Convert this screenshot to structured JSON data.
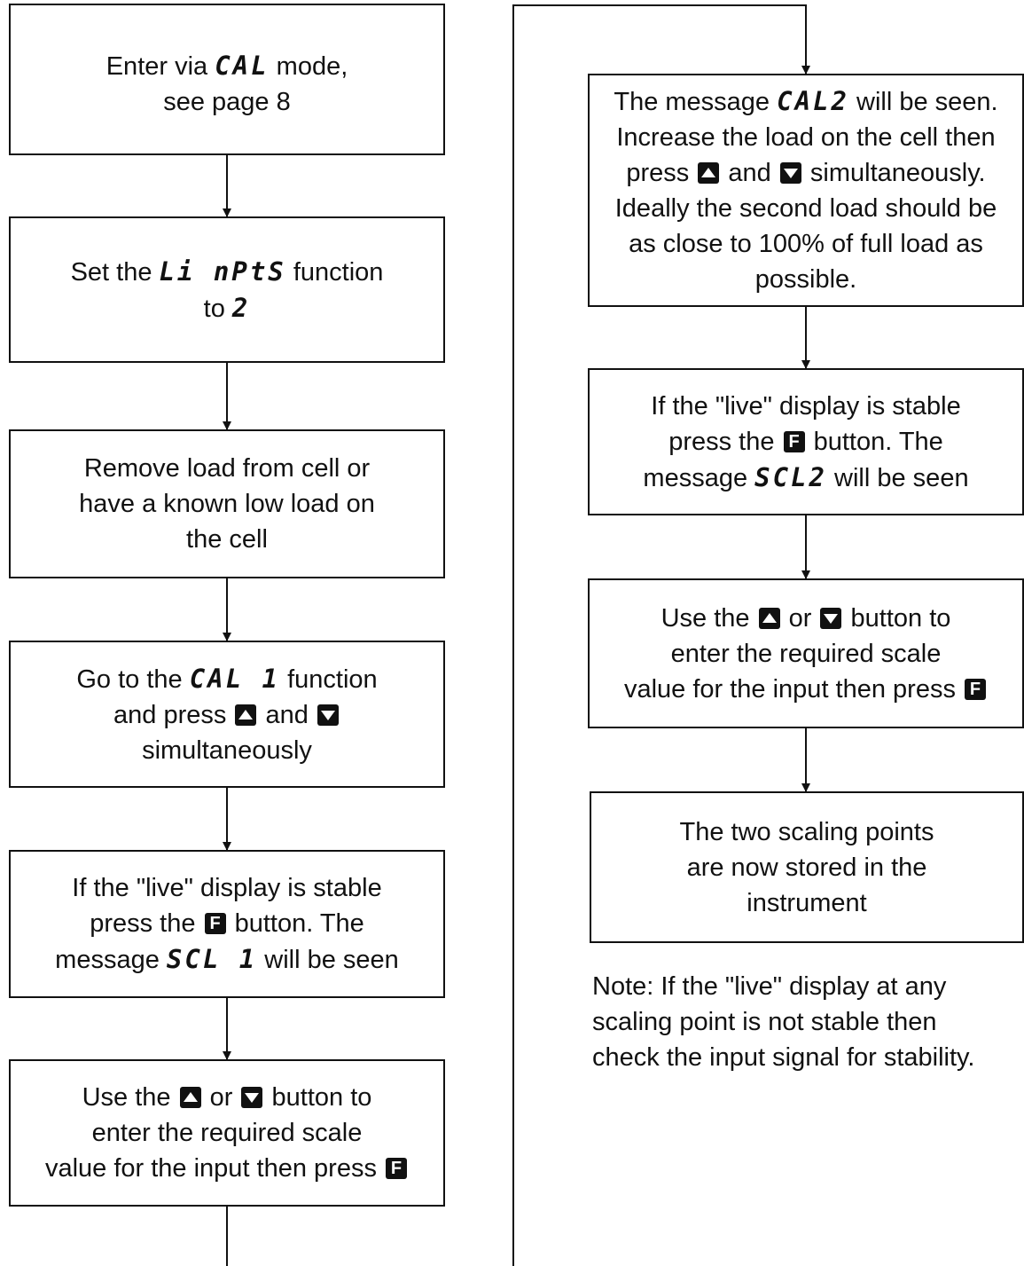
{
  "flowchart": {
    "left_column": [
      {
        "id": "enter-cal-mode",
        "parts": [
          [
            {
              "t": "text",
              "v": "Enter via "
            },
            {
              "t": "seg",
              "v": "CAL"
            },
            {
              "t": "text",
              "v": " mode,"
            }
          ],
          [
            {
              "t": "text",
              "v": "see page 8"
            }
          ]
        ]
      },
      {
        "id": "set-linpts",
        "parts": [
          [
            {
              "t": "text",
              "v": "Set the "
            },
            {
              "t": "seg",
              "v": "Li nPtS"
            },
            {
              "t": "text",
              "v": " function"
            }
          ],
          [
            {
              "t": "text",
              "v": "to "
            },
            {
              "t": "seg",
              "v": "2"
            }
          ]
        ]
      },
      {
        "id": "remove-load",
        "parts": [
          [
            {
              "t": "text",
              "v": "Remove load from cell or"
            }
          ],
          [
            {
              "t": "text",
              "v": "have a known low load on"
            }
          ],
          [
            {
              "t": "text",
              "v": "the cell"
            }
          ]
        ]
      },
      {
        "id": "goto-cal1",
        "parts": [
          [
            {
              "t": "text",
              "v": "Go to the "
            },
            {
              "t": "seg",
              "v": "CAL 1"
            },
            {
              "t": "text",
              "v": " function"
            }
          ],
          [
            {
              "t": "text",
              "v": "and press "
            },
            {
              "t": "key",
              "v": "up"
            },
            {
              "t": "text",
              "v": " and "
            },
            {
              "t": "key",
              "v": "down"
            }
          ],
          [
            {
              "t": "text",
              "v": "simultaneously"
            }
          ]
        ]
      },
      {
        "id": "live-stable-1",
        "parts": [
          [
            {
              "t": "text",
              "v": "If the \"live\" display is stable"
            }
          ],
          [
            {
              "t": "text",
              "v": "press the "
            },
            {
              "t": "key",
              "v": "f"
            },
            {
              "t": "text",
              "v": " button. The"
            }
          ],
          [
            {
              "t": "text",
              "v": "message "
            },
            {
              "t": "seg",
              "v": "SCL 1"
            },
            {
              "t": "text",
              "v": " will be seen"
            }
          ]
        ]
      },
      {
        "id": "enter-scale-1",
        "parts": [
          [
            {
              "t": "text",
              "v": "Use the "
            },
            {
              "t": "key",
              "v": "up"
            },
            {
              "t": "text",
              "v": " or "
            },
            {
              "t": "key",
              "v": "down"
            },
            {
              "t": "text",
              "v": " button to"
            }
          ],
          [
            {
              "t": "text",
              "v": "enter the required scale"
            }
          ],
          [
            {
              "t": "text",
              "v": "value for the input then press "
            },
            {
              "t": "key",
              "v": "f"
            }
          ]
        ]
      }
    ],
    "right_column": [
      {
        "id": "cal2-message",
        "parts": [
          [
            {
              "t": "text",
              "v": "The message "
            },
            {
              "t": "seg",
              "v": "CAL2"
            },
            {
              "t": "text",
              "v": " will be seen."
            }
          ],
          [
            {
              "t": "text",
              "v": "Increase the load on the cell then"
            }
          ],
          [
            {
              "t": "text",
              "v": "press "
            },
            {
              "t": "key",
              "v": "up"
            },
            {
              "t": "text",
              "v": " and "
            },
            {
              "t": "key",
              "v": "down"
            },
            {
              "t": "text",
              "v": " simultaneously."
            }
          ],
          [
            {
              "t": "text",
              "v": "Ideally the second load should be"
            }
          ],
          [
            {
              "t": "text",
              "v": "as close to 100% of full load as"
            }
          ],
          [
            {
              "t": "text",
              "v": "possible."
            }
          ]
        ]
      },
      {
        "id": "live-stable-2",
        "parts": [
          [
            {
              "t": "text",
              "v": "If the \"live\" display is stable"
            }
          ],
          [
            {
              "t": "text",
              "v": "press the "
            },
            {
              "t": "key",
              "v": "f"
            },
            {
              "t": "text",
              "v": " button. The"
            }
          ],
          [
            {
              "t": "text",
              "v": "message "
            },
            {
              "t": "seg",
              "v": "SCL2"
            },
            {
              "t": "text",
              "v": " will be seen"
            }
          ]
        ]
      },
      {
        "id": "enter-scale-2",
        "parts": [
          [
            {
              "t": "text",
              "v": "Use the "
            },
            {
              "t": "key",
              "v": "up"
            },
            {
              "t": "text",
              "v": " or "
            },
            {
              "t": "key",
              "v": "down"
            },
            {
              "t": "text",
              "v": " button to"
            }
          ],
          [
            {
              "t": "text",
              "v": "enter the required scale"
            }
          ],
          [
            {
              "t": "text",
              "v": "value for the input then press "
            },
            {
              "t": "key",
              "v": "f"
            }
          ]
        ]
      },
      {
        "id": "points-stored",
        "parts": [
          [
            {
              "t": "text",
              "v": "The two scaling points"
            }
          ],
          [
            {
              "t": "text",
              "v": "are now stored in the"
            }
          ],
          [
            {
              "t": "text",
              "v": "instrument"
            }
          ]
        ]
      }
    ]
  },
  "note": {
    "lines": [
      "Note: If the \"live\" display at any",
      "scaling point is not stable then",
      "check the input signal for stability."
    ]
  },
  "icons": {
    "up": "up-arrow-key-icon",
    "down": "down-arrow-key-icon",
    "f": "f-key-icon"
  },
  "colors": {
    "line": "#111111",
    "background": "#ffffff"
  }
}
